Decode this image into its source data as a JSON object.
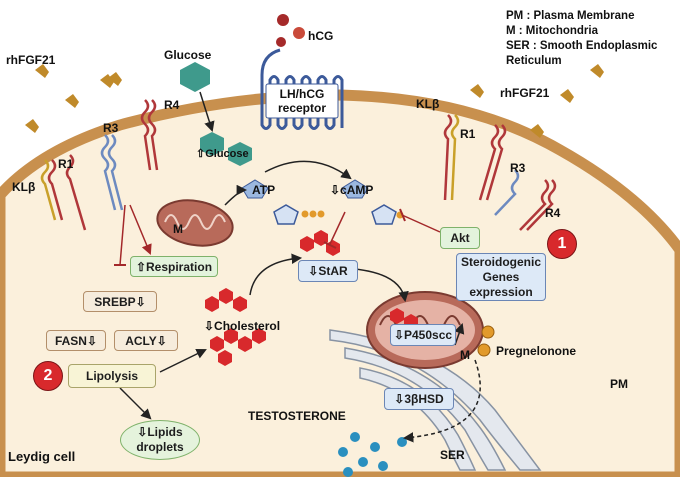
{
  "legend": [
    "PM : Plasma Membrane",
    "M : Mitochondria",
    "SER : Smooth Endoplasmic",
    "Reticulum"
  ],
  "labels": {
    "hcg": "hCG",
    "lh_receptor_line1": "LH/hCG",
    "lh_receptor_line2": "receptor",
    "glucose": "Glucose",
    "glucose_in": "⇧Glucose",
    "rhfgf21_left": "rhFGF21",
    "rhfgf21_right": "rhFGF21",
    "r4_left": "R4",
    "r3_left": "R3",
    "r1_left": "R1",
    "klb_left": "KLβ",
    "klb_right": "KLβ",
    "r1_right": "R1",
    "r3_right": "R3",
    "r4_right": "R4",
    "atp": "ATP",
    "camp": "⇩cAMP",
    "mito_m_left": "M",
    "mito_m_right": "M",
    "pregnenolone": "Pregnelonone",
    "testosterone": "TESTOSTERONE",
    "ser": "SER",
    "pm": "PM",
    "cell_name": "Leydig cell",
    "badge1": "1",
    "badge2": "2"
  },
  "boxes": {
    "respiration": "⇧Respiration",
    "srebp": "SREBP⇩",
    "fasn": "FASN⇩",
    "acly": "ACLY⇩",
    "lipolysis": "Lipolysis",
    "lipids_line1": "⇩Lipids",
    "lipids_line2": "droplets",
    "cholesterol": "⇩Cholesterol",
    "star": "⇩StAR",
    "p450scc": "⇩P450scc",
    "hsd": "⇩3βHSD",
    "akt": "Akt",
    "steroidogenic_line1": "Steroidogenic",
    "steroidogenic_line2": "Genes",
    "steroidogenic_line3": "expression"
  },
  "colors": {
    "cell_fill": "#fbf0dc",
    "membrane": "#c8904e",
    "mito_fill": "#b86a5a",
    "ser_fill": "#e4e8ee",
    "hcg": "#a52a2a",
    "glucose": "#3f9a8c",
    "fgf21": "#c08a2a",
    "inhibit": "#a3282a",
    "testosterone": "#2a8fbf",
    "receptor_blue": "#3c5a9a",
    "badge": "#d8292c"
  }
}
